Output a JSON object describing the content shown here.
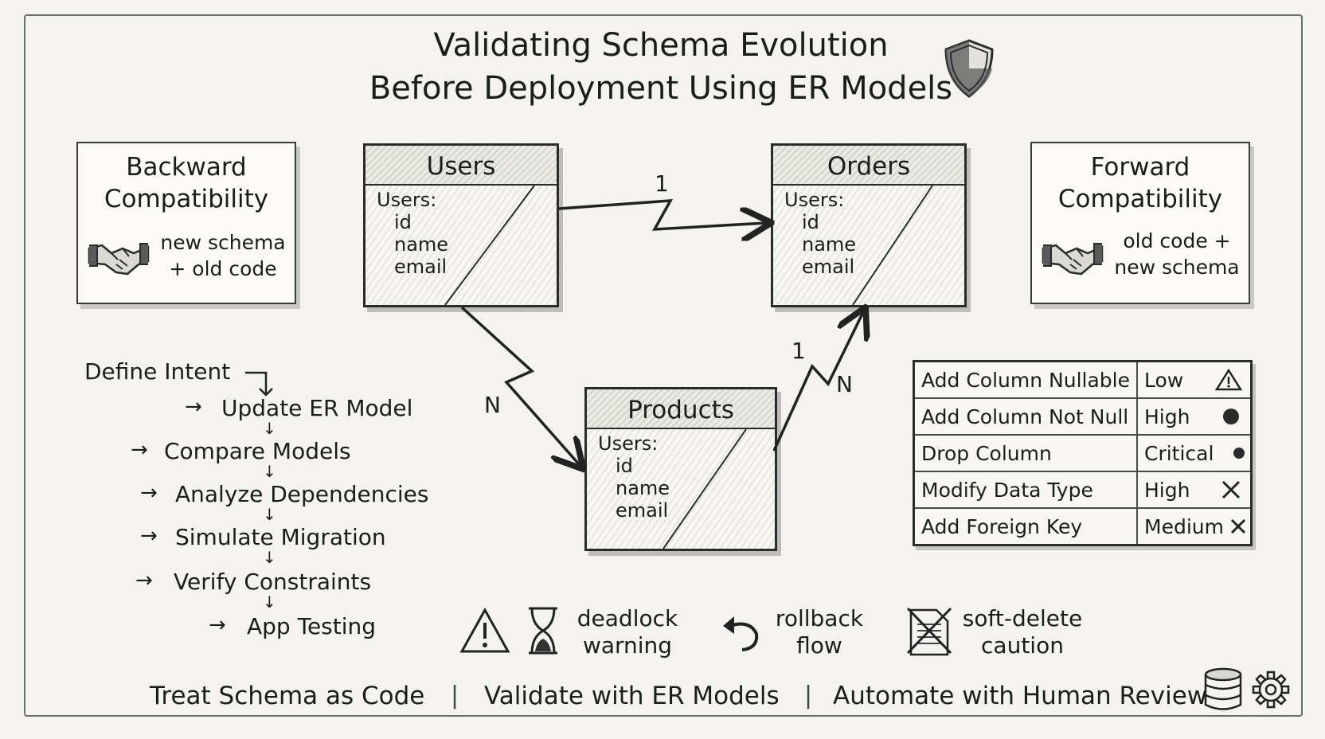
{
  "title": {
    "line1": "Validating Schema Evolution",
    "line2": "Before Deployment Using ER Models"
  },
  "backward": {
    "title1": "Backward",
    "title2": "Compatibility",
    "note1": "new schema",
    "note2": "+ old code"
  },
  "forward": {
    "title1": "Forward",
    "title2": "Compatibility",
    "note1": "old code +",
    "note2": "new schema"
  },
  "entities": [
    {
      "name": "Users",
      "label": "Users:",
      "fields": [
        "id",
        "name",
        "email"
      ]
    },
    {
      "name": "Orders",
      "label": "Users:",
      "fields": [
        "id",
        "name",
        "email"
      ]
    },
    {
      "name": "Products",
      "label": "Users:",
      "fields": [
        "id",
        "name",
        "email"
      ]
    }
  ],
  "cardinality": {
    "users_orders": "1",
    "users_products": "N",
    "products_orders_1": "1",
    "products_orders_n": "N"
  },
  "flow": [
    "Define Intent",
    "Update ER Model",
    "Compare Models",
    "Analyze Dependencies",
    "Simulate Migration",
    "Verify Constraints",
    "App Testing"
  ],
  "risks": [
    {
      "change": "Add Column Nullable",
      "level": "Low",
      "icon": "warning-icon"
    },
    {
      "change": "Add Column Not Null",
      "level": "High",
      "icon": "dot-icon"
    },
    {
      "change": "Drop Column",
      "level": "Critical",
      "icon": "dot-icon"
    },
    {
      "change": "Modify Data Type",
      "level": "High",
      "icon": "x-icon"
    },
    {
      "change": "Add Foreign Key",
      "level": "Medium",
      "icon": "x-icon"
    }
  ],
  "warnings": {
    "deadlock1": "deadlock",
    "deadlock2": "warning",
    "rollback1": "rollback",
    "rollback2": "flow",
    "softdelete1": "soft-delete",
    "softdelete2": "caution"
  },
  "footer": [
    "Treat Schema as Code",
    "Validate with ER Models",
    "Automate with Human Review"
  ],
  "separator": "|"
}
